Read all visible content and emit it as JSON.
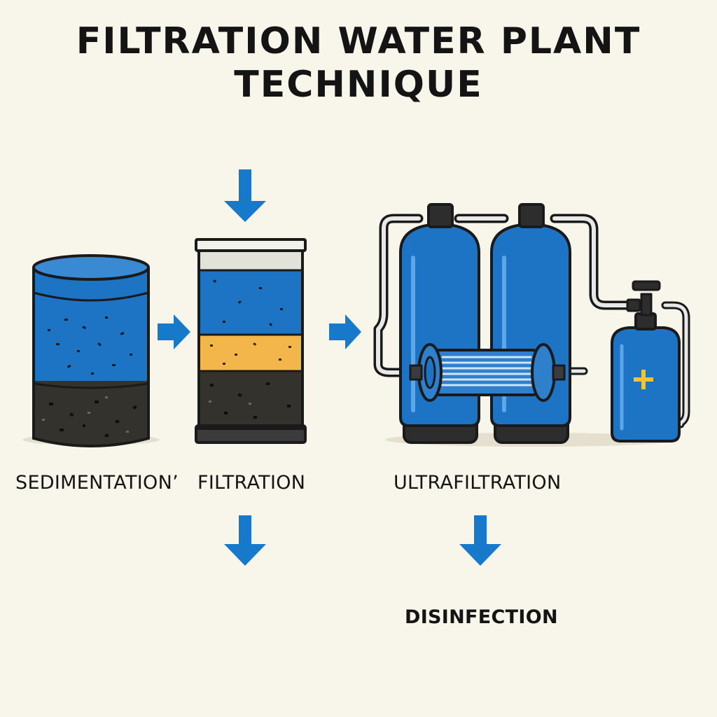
{
  "title": {
    "line1": "FILTRATION WATER PLANT",
    "line2": "TECHNIQUE"
  },
  "stages": {
    "sedimentation": "SEDIMENTATION’",
    "filtration": "FILTRATION",
    "ultrafiltration": "ULTRAFILTRATION",
    "disinfection": "DISINFECTION"
  },
  "colors": {
    "background": "#f8f5ea",
    "water_blue": "#1e74c4",
    "arrow_blue": "#1679c9",
    "sludge": "#34322d",
    "sand": "#f2b64a",
    "outline": "#1a1a1a",
    "cross": "#f4c430"
  },
  "icons": {
    "arrows": "arrow-icon",
    "plus": "plus-icon"
  }
}
